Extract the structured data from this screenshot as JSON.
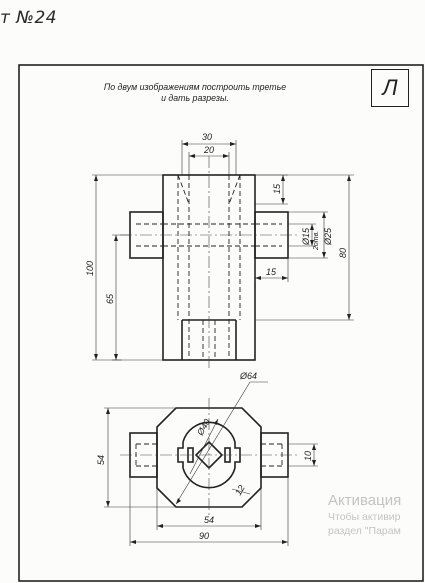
{
  "header": {
    "title": "т №24"
  },
  "task": {
    "line1": "По двум изображениям построить третье",
    "line2": "и дать разрезы.",
    "variant_letter": "Л"
  },
  "dimensions": {
    "front": {
      "d30": "30",
      "d20": "20",
      "d15_top": "15",
      "d15_dia": "Ø15",
      "d15_note": "2отв.",
      "d25_dia": "Ø25",
      "d15_side": "15",
      "d80": "80",
      "d100": "100",
      "d65": "65"
    },
    "top": {
      "d64": "Ø64",
      "d40": "Ø40",
      "d12": "12",
      "d10": "10",
      "d54_v": "54",
      "d54_h": "54",
      "d90": "90"
    }
  },
  "watermark": {
    "title": "Активация",
    "line1": "Чтобы активир",
    "line2": "раздел \"Парам"
  }
}
